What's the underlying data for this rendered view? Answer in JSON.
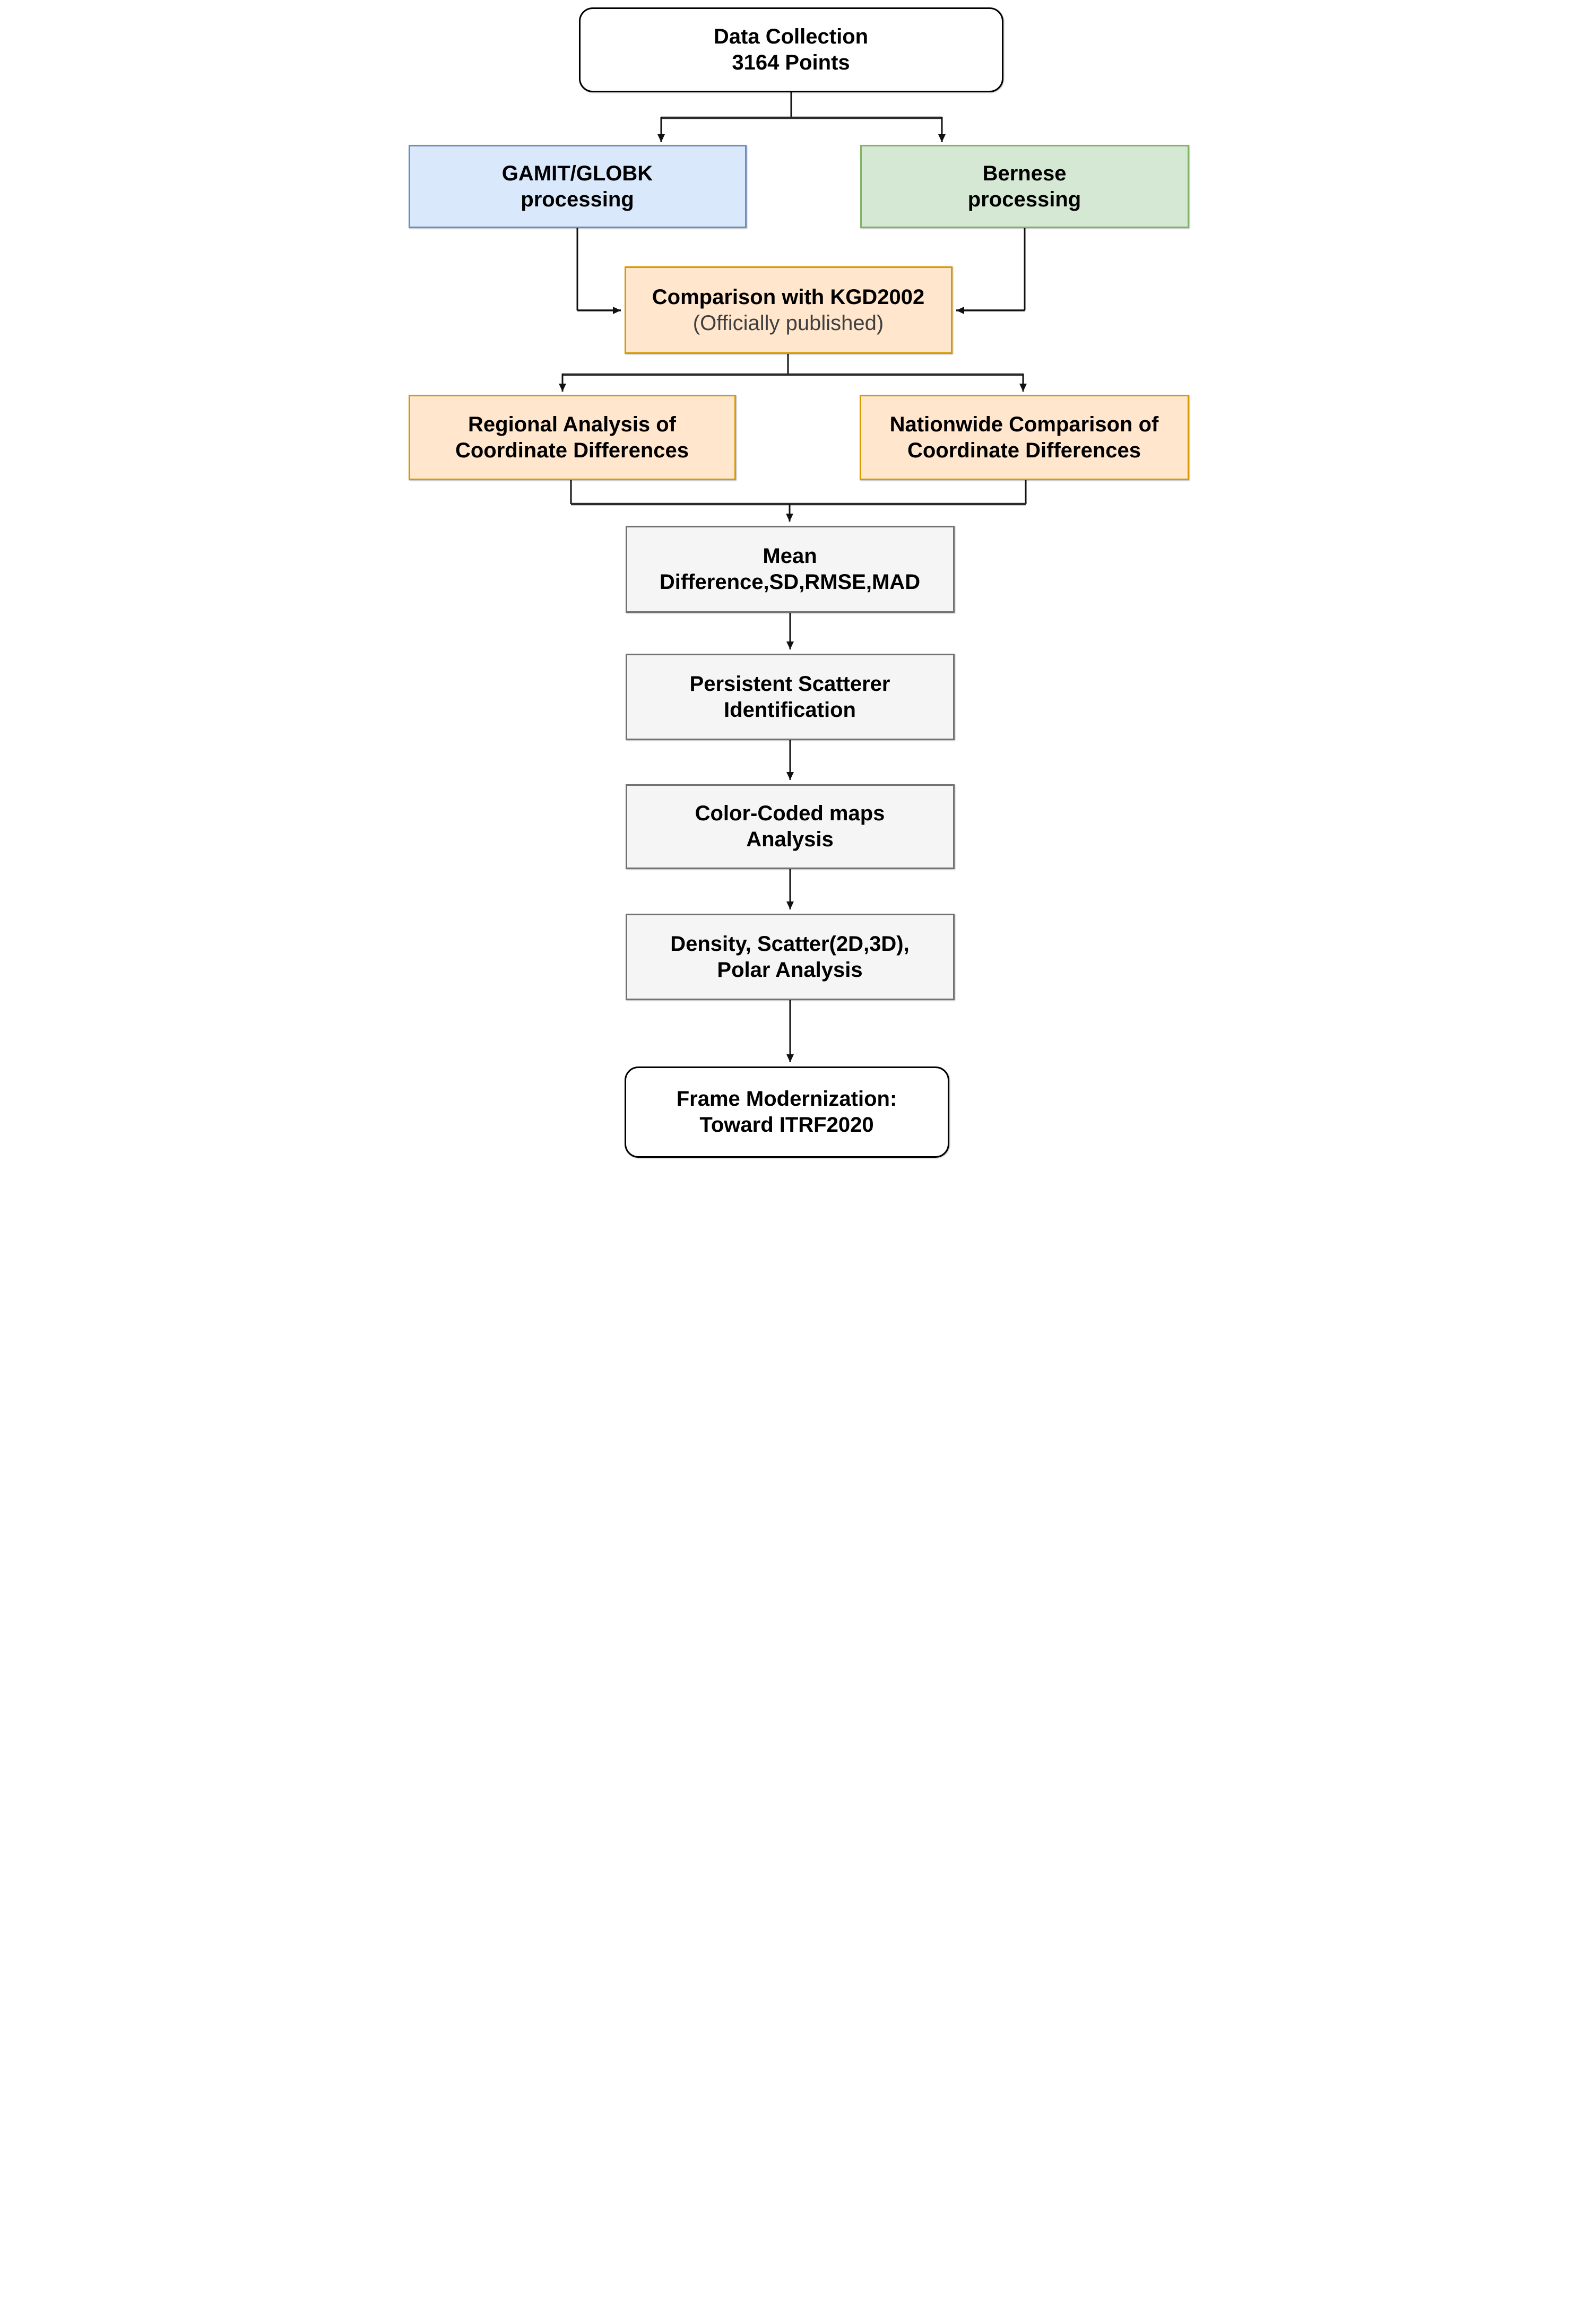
{
  "diagram": {
    "type": "flowchart",
    "nodes": {
      "data_collection": {
        "line1": "Data Collection",
        "line2": "3164 Points"
      },
      "gamit": {
        "line1": "GAMIT/GLOBK",
        "line2": "processing"
      },
      "bernese": {
        "line1": "Bernese",
        "line2": "processing"
      },
      "comparison": {
        "line1": "Comparison with KGD2002",
        "line2": "(Officially published)"
      },
      "regional": {
        "line1": "Regional Analysis of",
        "line2": "Coordinate Differences"
      },
      "nationwide": {
        "line1": "Nationwide Comparison of",
        "line2": "Coordinate Differences"
      },
      "mean": {
        "line1": "Mean",
        "line2": "Difference,SD,RMSE,MAD"
      },
      "scatterer": {
        "line1": "Persistent Scatterer",
        "line2": "Identification"
      },
      "maps": {
        "line1": "Color-Coded maps",
        "line2": "Analysis"
      },
      "density": {
        "line1": "Density, Scatter(2D,3D),",
        "line2": "Polar Analysis"
      },
      "frame": {
        "line1": "Frame Modernization:",
        "line2": "Toward ITRF2020"
      }
    },
    "colors": {
      "accent_blue_fill": "#dae8fc",
      "accent_blue_border": "#6c8ebf",
      "green_fill": "#d5e8d4",
      "green_border": "#82b366",
      "orange_fill": "#ffe6cc",
      "orange_border": "#d79b00",
      "gray_fill": "#f5f5f5",
      "gray_border": "#737373",
      "node_fill_white": "#ffffff",
      "border_black": "#000000",
      "muted_text": "#3f3f3f",
      "connector": "#111111"
    }
  }
}
